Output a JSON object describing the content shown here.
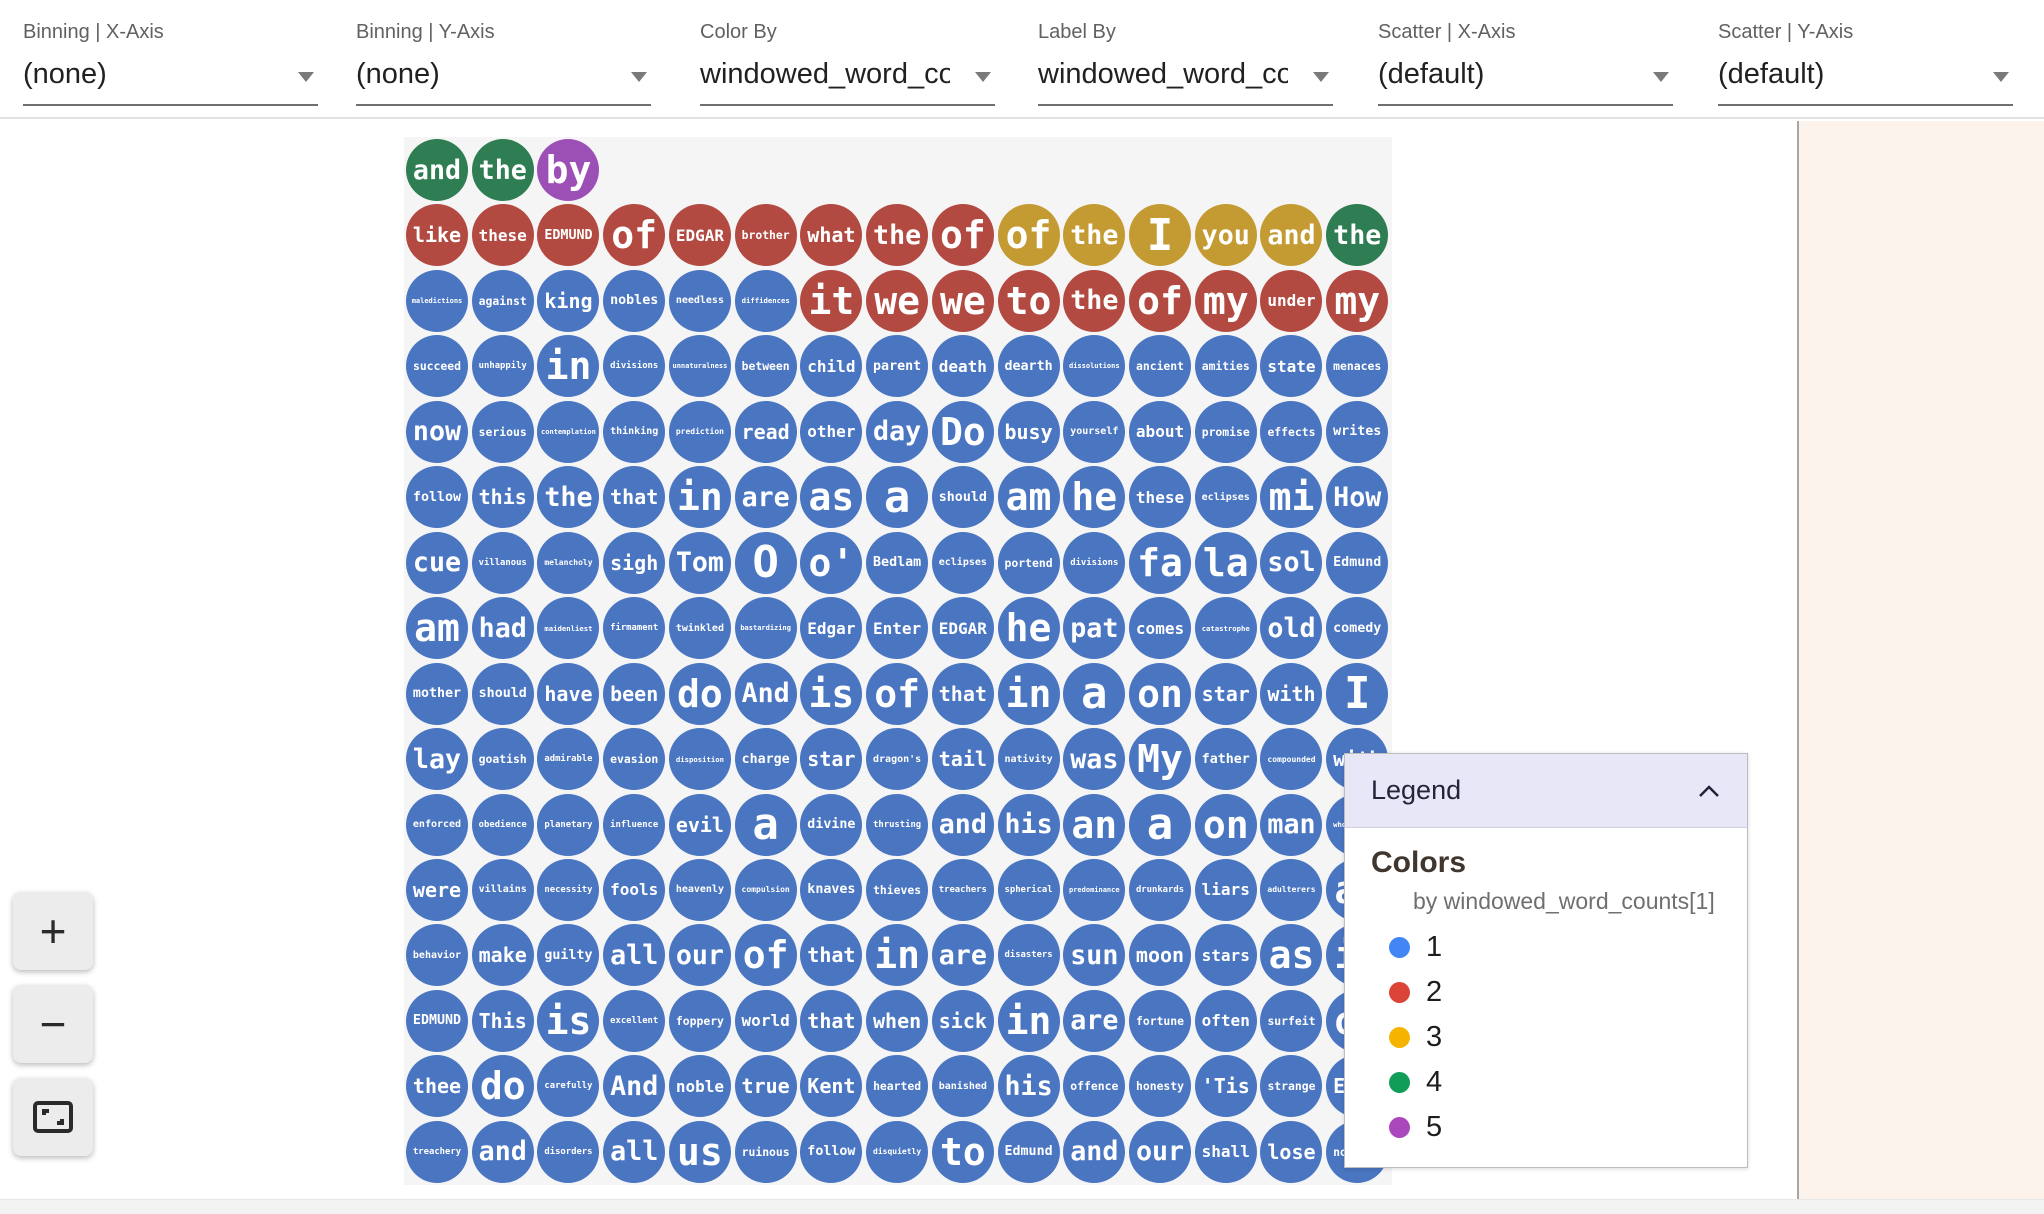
{
  "toolbar": {
    "dropdowns": [
      {
        "label": "Binning | X-Axis",
        "value": "(none)"
      },
      {
        "label": "Binning | Y-Axis",
        "value": "(none)"
      },
      {
        "label": "Color By",
        "value": "windowed_word_counts"
      },
      {
        "label": "Label By",
        "value": "windowed_word_counts"
      },
      {
        "label": "Scatter | X-Axis",
        "value": "(default)"
      },
      {
        "label": "Scatter | Y-Axis",
        "value": "(default)"
      }
    ]
  },
  "zoom_controls": {
    "zoom_in_label": "+",
    "zoom_out_label": "−",
    "fit_label": "fit-to-screen"
  },
  "legend": {
    "title": "Legend",
    "section_title": "Colors",
    "subtitle": "by windowed_word_counts[1]",
    "items": [
      {
        "label": "1",
        "color": "#4285f4"
      },
      {
        "label": "2",
        "color": "#db4437"
      },
      {
        "label": "3",
        "color": "#f4b400"
      },
      {
        "label": "4",
        "color": "#0f9d58"
      },
      {
        "label": "5",
        "color": "#ab47bc"
      }
    ]
  },
  "chart_data": {
    "type": "bubble-grid",
    "title": "",
    "color_by": "windowed_word_counts[1]",
    "palette": {
      "1": "#4a75c1",
      "2": "#b24a42",
      "3": "#c49b33",
      "4": "#2f7d52",
      "5": "#9c4fb5"
    },
    "rows": [
      [
        [
          "and",
          4
        ],
        [
          "the",
          4
        ],
        [
          "by",
          5
        ]
      ],
      [
        [
          "like",
          2
        ],
        [
          "these",
          2
        ],
        [
          "EDMUND",
          2
        ],
        [
          "of",
          2
        ],
        [
          "EDGAR",
          2
        ],
        [
          "brother",
          2
        ],
        [
          "what",
          2
        ],
        [
          "the",
          2
        ],
        [
          "of",
          2
        ],
        [
          "of",
          3
        ],
        [
          "the",
          3
        ],
        [
          "I",
          3
        ],
        [
          "you",
          3
        ],
        [
          "and",
          3
        ],
        [
          "the",
          4
        ]
      ],
      [
        [
          "maledictions",
          1
        ],
        [
          "against",
          1
        ],
        [
          "king",
          1
        ],
        [
          "nobles",
          1
        ],
        [
          "needless",
          1
        ],
        [
          "diffidences",
          1
        ],
        [
          "it",
          2
        ],
        [
          "we",
          2
        ],
        [
          "we",
          2
        ],
        [
          "to",
          2
        ],
        [
          "the",
          2
        ],
        [
          "of",
          2
        ],
        [
          "my",
          2
        ],
        [
          "under",
          2
        ],
        [
          "my",
          2
        ]
      ],
      [
        [
          "succeed",
          1
        ],
        [
          "unhappily",
          1
        ],
        [
          "in",
          1
        ],
        [
          "divisions",
          1
        ],
        [
          "unnaturalness",
          1
        ],
        [
          "between",
          1
        ],
        [
          "child",
          1
        ],
        [
          "parent",
          1
        ],
        [
          "death",
          1
        ],
        [
          "dearth",
          1
        ],
        [
          "dissolutions",
          1
        ],
        [
          "ancient",
          1
        ],
        [
          "amities",
          1
        ],
        [
          "state",
          1
        ],
        [
          "menaces",
          1
        ]
      ],
      [
        [
          "now",
          1
        ],
        [
          "serious",
          1
        ],
        [
          "contemplation",
          1
        ],
        [
          "thinking",
          1
        ],
        [
          "prediction",
          1
        ],
        [
          "read",
          1
        ],
        [
          "other",
          1
        ],
        [
          "day",
          1
        ],
        [
          "Do",
          1
        ],
        [
          "busy",
          1
        ],
        [
          "yourself",
          1
        ],
        [
          "about",
          1
        ],
        [
          "promise",
          1
        ],
        [
          "effects",
          1
        ],
        [
          "writes",
          1
        ]
      ],
      [
        [
          "follow",
          1
        ],
        [
          "this",
          1
        ],
        [
          "the",
          1
        ],
        [
          "that",
          1
        ],
        [
          "in",
          1
        ],
        [
          "are",
          1
        ],
        [
          "as",
          1
        ],
        [
          "a",
          1
        ],
        [
          "should",
          1
        ],
        [
          "am",
          1
        ],
        [
          "he",
          1
        ],
        [
          "these",
          1
        ],
        [
          "eclipses",
          1
        ],
        [
          "mi",
          1
        ],
        [
          "How",
          1
        ]
      ],
      [
        [
          "cue",
          1
        ],
        [
          "villanous",
          1
        ],
        [
          "melancholy",
          1
        ],
        [
          "sigh",
          1
        ],
        [
          "Tom",
          1
        ],
        [
          "O",
          1
        ],
        [
          "o'",
          1
        ],
        [
          "Bedlam",
          1
        ],
        [
          "eclipses",
          1
        ],
        [
          "portend",
          1
        ],
        [
          "divisions",
          1
        ],
        [
          "fa",
          1
        ],
        [
          "la",
          1
        ],
        [
          "sol",
          1
        ],
        [
          "Edmund",
          1
        ]
      ],
      [
        [
          "am",
          1
        ],
        [
          "had",
          1
        ],
        [
          "maidenliest",
          1
        ],
        [
          "firmament",
          1
        ],
        [
          "twinkled",
          1
        ],
        [
          "bastardizing",
          1
        ],
        [
          "Edgar",
          1
        ],
        [
          "Enter",
          1
        ],
        [
          "EDGAR",
          1
        ],
        [
          "he",
          1
        ],
        [
          "pat",
          1
        ],
        [
          "comes",
          1
        ],
        [
          "catastrophe",
          1
        ],
        [
          "old",
          1
        ],
        [
          "comedy",
          1
        ]
      ],
      [
        [
          "mother",
          1
        ],
        [
          "should",
          1
        ],
        [
          "have",
          1
        ],
        [
          "been",
          1
        ],
        [
          "do",
          1
        ],
        [
          "And",
          1
        ],
        [
          "is",
          1
        ],
        [
          "of",
          1
        ],
        [
          "that",
          1
        ],
        [
          "in",
          1
        ],
        [
          "a",
          1
        ],
        [
          "on",
          1
        ],
        [
          "star",
          1
        ],
        [
          "with",
          1
        ],
        [
          "I",
          1
        ]
      ],
      [
        [
          "lay",
          1
        ],
        [
          "goatish",
          1
        ],
        [
          "admirable",
          1
        ],
        [
          "evasion",
          1
        ],
        [
          "disposition",
          1
        ],
        [
          "charge",
          1
        ],
        [
          "star",
          1
        ],
        [
          "dragon's",
          1
        ],
        [
          "tail",
          1
        ],
        [
          "nativity",
          1
        ],
        [
          "was",
          1
        ],
        [
          "My",
          1
        ],
        [
          "father",
          1
        ],
        [
          "compounded",
          1
        ],
        [
          "with",
          1
        ]
      ],
      [
        [
          "enforced",
          1
        ],
        [
          "obedience",
          1
        ],
        [
          "planetary",
          1
        ],
        [
          "influence",
          1
        ],
        [
          "evil",
          1
        ],
        [
          "a",
          1
        ],
        [
          "divine",
          1
        ],
        [
          "thrusting",
          1
        ],
        [
          "and",
          1
        ],
        [
          "his",
          1
        ],
        [
          "an",
          1
        ],
        [
          "a",
          1
        ],
        [
          "on",
          1
        ],
        [
          "man",
          1
        ],
        [
          "whoremaster",
          1
        ]
      ],
      [
        [
          "were",
          1
        ],
        [
          "villains",
          1
        ],
        [
          "necessity",
          1
        ],
        [
          "fools",
          1
        ],
        [
          "heavenly",
          1
        ],
        [
          "compulsion",
          1
        ],
        [
          "knaves",
          1
        ],
        [
          "thieves",
          1
        ],
        [
          "treachers",
          1
        ],
        [
          "spherical",
          1
        ],
        [
          "predominance",
          1
        ],
        [
          "drunkards",
          1
        ],
        [
          "liars",
          1
        ],
        [
          "adulterers",
          1
        ],
        [
          "an",
          1
        ]
      ],
      [
        [
          "behavior",
          1
        ],
        [
          "make",
          1
        ],
        [
          "guilty",
          1
        ],
        [
          "all",
          1
        ],
        [
          "our",
          1
        ],
        [
          "of",
          1
        ],
        [
          "that",
          1
        ],
        [
          "in",
          1
        ],
        [
          "are",
          1
        ],
        [
          "disasters",
          1
        ],
        [
          "sun",
          1
        ],
        [
          "moon",
          1
        ],
        [
          "stars",
          1
        ],
        [
          "as",
          1
        ],
        [
          "if",
          1
        ]
      ],
      [
        [
          "EDMUND",
          1
        ],
        [
          "This",
          1
        ],
        [
          "is",
          1
        ],
        [
          "excellent",
          1
        ],
        [
          "foppery",
          1
        ],
        [
          "world",
          1
        ],
        [
          "that",
          1
        ],
        [
          "when",
          1
        ],
        [
          "sick",
          1
        ],
        [
          "in",
          1
        ],
        [
          "are",
          1
        ],
        [
          "fortune",
          1
        ],
        [
          "often",
          1
        ],
        [
          "surfeit",
          1
        ],
        [
          "of",
          1
        ]
      ],
      [
        [
          "thee",
          1
        ],
        [
          "do",
          1
        ],
        [
          "carefully",
          1
        ],
        [
          "And",
          1
        ],
        [
          "noble",
          1
        ],
        [
          "true",
          1
        ],
        [
          "Kent",
          1
        ],
        [
          "hearted",
          1
        ],
        [
          "banished",
          1
        ],
        [
          "his",
          1
        ],
        [
          "offence",
          1
        ],
        [
          "honesty",
          1
        ],
        [
          "'Tis",
          1
        ],
        [
          "strange",
          1
        ],
        [
          "Exit",
          1
        ]
      ],
      [
        [
          "treachery",
          1
        ],
        [
          "and",
          1
        ],
        [
          "disorders",
          1
        ],
        [
          "all",
          1
        ],
        [
          "us",
          1
        ],
        [
          "ruinous",
          1
        ],
        [
          "follow",
          1
        ],
        [
          "disquietly",
          1
        ],
        [
          "to",
          1
        ],
        [
          "Edmund",
          1
        ],
        [
          "and",
          1
        ],
        [
          "our",
          1
        ],
        [
          "shall",
          1
        ],
        [
          "lose",
          1
        ],
        [
          "nothing",
          1
        ]
      ]
    ]
  }
}
